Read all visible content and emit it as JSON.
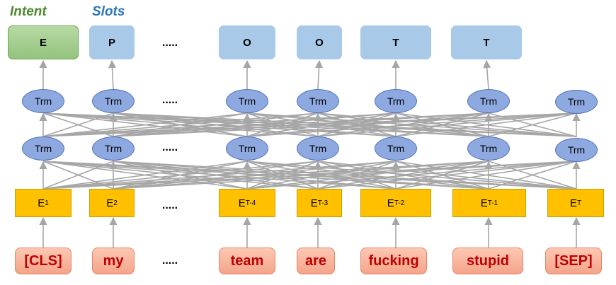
{
  "headers": {
    "intent": "Intent",
    "slots": "Slots"
  },
  "ellipsis": ".....",
  "outputs": [
    "E",
    "P",
    "O",
    "O",
    "T",
    "T"
  ],
  "trm_label": "Trm",
  "embeddings": [
    {
      "base": "E",
      "sub": "1"
    },
    {
      "base": "E",
      "sub": "2"
    },
    {
      "base": "E",
      "sub": "T-4"
    },
    {
      "base": "E",
      "sub": "T-3"
    },
    {
      "base": "E",
      "sub": "T-2"
    },
    {
      "base": "E",
      "sub": "T-1"
    },
    {
      "base": "E",
      "sub": "T"
    }
  ],
  "tokens": [
    "[CLS]",
    "my",
    "team",
    "are",
    "fucking",
    "stupid",
    "[SEP]"
  ],
  "colors": {
    "wire": "#a6a6a6",
    "intent_text": "#4e8a2f",
    "slots_text": "#2e75b6",
    "token_text": "#c00000"
  }
}
